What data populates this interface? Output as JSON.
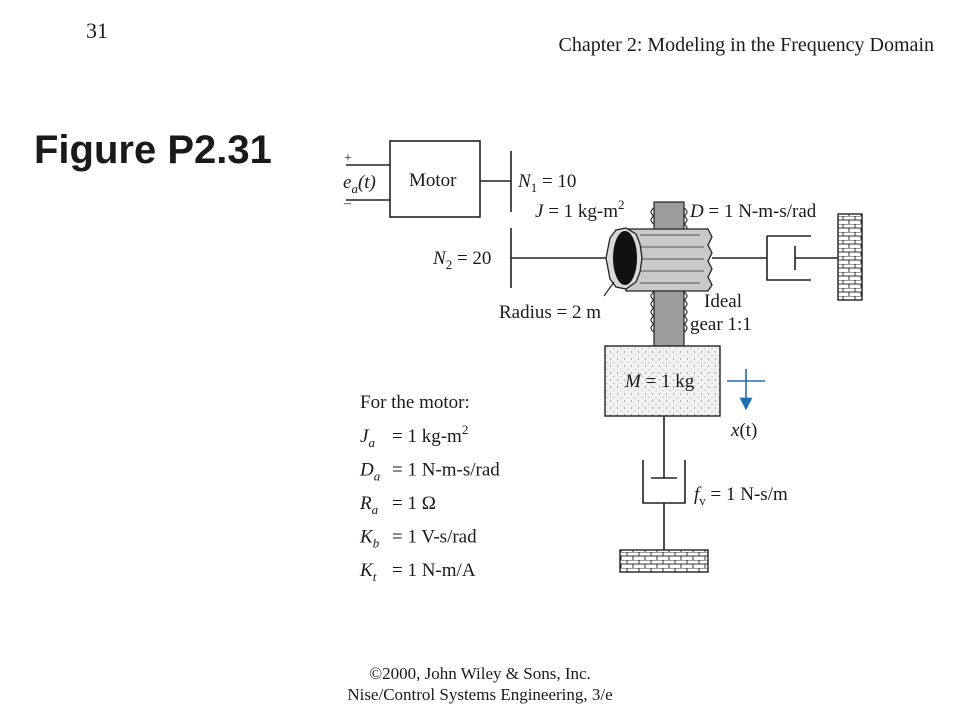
{
  "header": {
    "page_number": "31",
    "chapter": "Chapter 2: Modeling in the Frequency Domain"
  },
  "figure": {
    "title": "Figure P2.31",
    "plus_sign": "+",
    "minus_sign": "–",
    "ea_e": "e",
    "ea_sub": "a",
    "ea_arg": "(t)",
    "motor_label": "Motor",
    "n1_letter": "N",
    "n1_sub": "1",
    "n1_value": " = 10",
    "j_letter": "J",
    "j_value": " = 1 kg-m",
    "j_exp": "2",
    "d_letter": "D",
    "d_value": " = 1 N-m-s/rad",
    "n2_letter": "N",
    "n2_sub": "2",
    "n2_value": " = 20",
    "radius_label": "Radius = 2 m",
    "ideal_label": "Ideal",
    "gear_ratio_label": "gear 1:1",
    "mass_letter": "M",
    "mass_value": " = 1 kg",
    "x_letter": "x",
    "x_arg": "(t)",
    "fv_letter": "f",
    "fv_sub": "v",
    "fv_value": " = 1 N-s/m",
    "motor_params_title": "For the motor:",
    "motor_params": [
      {
        "symbol": "J",
        "sub": "a",
        "value": "= 1 kg-m",
        "exp": "2"
      },
      {
        "symbol": "D",
        "sub": "a",
        "value": "= 1 N-m-s/rad",
        "exp": ""
      },
      {
        "symbol": "R",
        "sub": "a",
        "value": "= 1 Ω",
        "exp": ""
      },
      {
        "symbol": "K",
        "sub": "b",
        "value": "= 1 V-s/rad",
        "exp": ""
      },
      {
        "symbol": "K",
        "sub": "t",
        "value": "= 1 N-m/A",
        "exp": ""
      }
    ]
  },
  "footer": {
    "copyright": "©2000, John Wiley & Sons, Inc.",
    "book": "Nise/Control Systems Engineering, 3/e"
  },
  "colors": {
    "arrow": "#1f6fb2",
    "rail": "#9c9c9c",
    "gear": "#c9c9c9"
  }
}
